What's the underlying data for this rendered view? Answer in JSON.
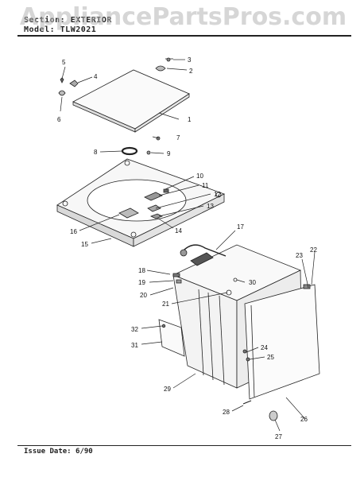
{
  "header": {
    "section_label": "Section:",
    "section_value": "EXTERIOR",
    "model_label": "Model:",
    "model_value": "TLW2021"
  },
  "watermark": "AppliancePartsPros.com",
  "footer": {
    "issue_label": "Issue Date:",
    "issue_value": "6/90"
  },
  "callouts": [
    "1",
    "2",
    "3",
    "4",
    "5",
    "6",
    "7",
    "8",
    "9",
    "10",
    "11",
    "12",
    "13",
    "14",
    "15",
    "16",
    "17",
    "18",
    "19",
    "20",
    "21",
    "22",
    "23",
    "24",
    "25",
    "26",
    "27",
    "28",
    "29",
    "30",
    "31",
    "32"
  ]
}
